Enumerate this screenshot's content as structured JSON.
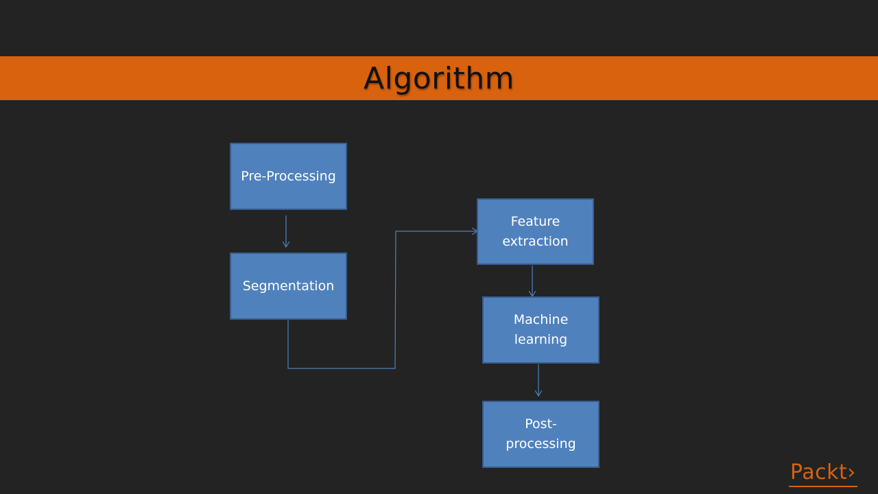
{
  "slide": {
    "title": "Algorithm",
    "colors": {
      "background": "#232323",
      "title_band": "#d8620e",
      "box_fill": "#4f81bd",
      "box_border": "#385d8a",
      "connector": "#4f81bd"
    }
  },
  "diagram": {
    "nodes": [
      {
        "id": "pre",
        "label": "Pre-Processing"
      },
      {
        "id": "seg",
        "label": "Segmentation"
      },
      {
        "id": "feat",
        "label": "Feature\nextraction"
      },
      {
        "id": "ml",
        "label": "Machine\nlearning"
      },
      {
        "id": "post",
        "label": "Post-\nprocessing"
      }
    ],
    "edges": [
      {
        "from": "pre",
        "to": "seg"
      },
      {
        "from": "seg",
        "to": "feat"
      },
      {
        "from": "feat",
        "to": "ml"
      },
      {
        "from": "ml",
        "to": "post"
      }
    ]
  },
  "branding": {
    "logo_text": "Packt›"
  }
}
